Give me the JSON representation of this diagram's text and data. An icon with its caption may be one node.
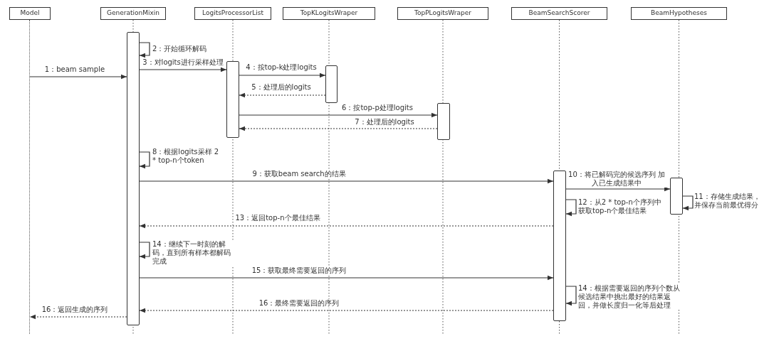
{
  "diagram": {
    "nodes": [
      {
        "text": [
          "Model"
        ]
      },
      {
        "text": [
          "GenerationMixin"
        ]
      },
      {
        "text": [
          "LogitsProcessorList"
        ]
      },
      {
        "text": [
          "TopKLogitsWraper"
        ]
      },
      {
        "text": [
          "TopPLogitsWraper"
        ]
      },
      {
        "text": [
          "BeamSearchScorer"
        ]
      },
      {
        "text": [
          "BeamHypotheses"
        ]
      },
      {
        "text": [],
        "shape": "bar"
      },
      {
        "text": [],
        "shape": "bar"
      },
      {
        "text": [],
        "shape": "bar"
      },
      {
        "text": [],
        "shape": "bar"
      },
      {
        "text": [],
        "shape": "bar"
      },
      {
        "text": [],
        "shape": "bar"
      },
      {
        "text": [],
        "shape": "line"
      }
    ],
    "edges": [
      {
        "from": 13,
        "to": 7,
        "arrow": "to",
        "label": "1：beam sample"
      },
      {
        "from": 7,
        "to": 7,
        "arrow": "to",
        "label": "2：开始循环解码"
      },
      {
        "from": 7,
        "to": 8,
        "arrow": "to",
        "label": "3：对logits进行采样处理"
      },
      {
        "from": 8,
        "to": 9,
        "arrow": "to",
        "label": "4：按top-k处理logits"
      },
      {
        "from": 9,
        "to": 8,
        "arrow": "to",
        "label": "5：处理后的logits",
        "style": "dashed"
      },
      {
        "from": 8,
        "to": 10,
        "arrow": "to",
        "label": "6：按top-p处理logits"
      },
      {
        "from": 10,
        "to": 8,
        "arrow": "to",
        "label": "7：处理后的logits",
        "style": "dashed"
      },
      {
        "from": 7,
        "to": 7,
        "arrow": "to",
        "label": "8：根据logits采样 2 * top-n个token"
      },
      {
        "from": 7,
        "to": 11,
        "arrow": "to",
        "label": "9：获取beam search的结果"
      },
      {
        "from": 11,
        "to": 12,
        "arrow": "to",
        "label": "10：将已解码完的候选序列 加入已生成结果中"
      },
      {
        "from": 12,
        "to": 12,
        "arrow": "to",
        "label": "11：存储生成结果，并保存当前最优得分"
      },
      {
        "from": 11,
        "to": 11,
        "arrow": "to",
        "label": "12：从2 * top-n个序列中获取top-n个最佳结果"
      },
      {
        "from": 11,
        "to": 7,
        "arrow": "to",
        "label": "13：返回top-n个最佳结果",
        "style": "dashed"
      },
      {
        "from": 7,
        "to": 7,
        "arrow": "to",
        "label": "14：继续下一时刻的解码，直到所有样本都解码完成"
      },
      {
        "from": 7,
        "to": 11,
        "arrow": "to",
        "label": "15：获取最终需要返回的序列"
      },
      {
        "from": 11,
        "to": 11,
        "arrow": "to",
        "label": "14：根据需要返回的序列个数从候选结果中挑出最好的结果返回，并做长度归一化等后处理"
      },
      {
        "from": 11,
        "to": 7,
        "arrow": "to",
        "label": "16：最终需要返回的序列",
        "style": "dashed"
      },
      {
        "from": 7,
        "to": 13,
        "arrow": "to",
        "label": "16：返回生成的序列",
        "style": "dashed"
      }
    ]
  }
}
